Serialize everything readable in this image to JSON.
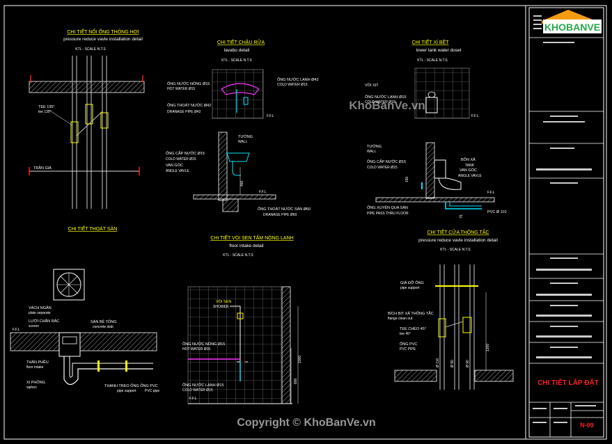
{
  "colors": {
    "yellow": "#ffff00",
    "white": "#ffffff",
    "red": "#ff2020",
    "cyan": "#00e5ff",
    "magenta": "#ff33ff",
    "grey": "#808080",
    "green": "#00ff00",
    "bg": "#000000"
  },
  "watermark": {
    "center": "KhoBanVe.vn",
    "footer": "Copyright © KhoBanVe.vn"
  },
  "logo": {
    "text": "KHOBANVE",
    "icon": "house-roof-icon"
  },
  "title_block": {
    "sheet_title": "CHI TIẾT LẮP ĐẶT",
    "sheet_number": "N-09"
  },
  "details": {
    "vent": {
      "title_vn": "CHI TIẾT NỐI ỐNG THÔNG HƠI",
      "title_en": "pressure reduce vavle installation detail",
      "scale": "KTL - SCALE N.T.S",
      "tee": "TEE 135°",
      "tee_en": "tee 135°",
      "ceiling": "TRẦN GIẢ"
    },
    "lavabo": {
      "title_vn": "CHI TIẾT CHẬU RỬA",
      "title_en": "lavabo detail",
      "scale": "KTL - SCALE N.T.S",
      "hot": "ỐNG NƯỚC NÓNG Ø15",
      "hot_en": "HOT WATER Ø15",
      "cold": "ỐNG NƯỚC LẠNH Ø42",
      "cold_en": "COLD WATER Ø15",
      "drain": "ỐNG THOÁT NƯỚC Ø42",
      "drain_en": "DRANAGE PIPE Ø42",
      "ffl": "F.F.L",
      "wall": "TƯỜNG",
      "wall_en": "WALL",
      "supply": "ỐNG CẤP NƯỚC Ø15",
      "supply_en": "COLD WATER Ø15",
      "valve": "VAN GÓC",
      "valve_en": "ANGLE VAVLE",
      "dim": "450",
      "floor_drain": "ỐNG THOÁT NƯỚC SÀN Ø60",
      "floor_drain_en": "DRANAGE PIPE Ø60"
    },
    "wc": {
      "title_vn": "CHI TIẾT XÍ BỆT",
      "title_en": "lower tank water doset",
      "scale": "KTL - SCALE N.T.S",
      "tap": "VÒI XỊT",
      "cold": "ỐNG NƯỚC LẠNH Ø15",
      "cold_en": "COLD WATER Ø15",
      "ffl": "F.F.L",
      "wall": "TƯỜNG",
      "wall_en": "WALL",
      "supply": "ỐNG CẤP NƯỚC Ø15",
      "supply_en": "COLD WATER Ø15",
      "tank": "BỒN XẢ",
      "tank_en": "TANK",
      "valve": "VAN GÓC",
      "valve_en": "ANGLE VAVLE",
      "dim": "150",
      "sleeve": "ỐNG XUYÊN QUA SÀN",
      "sleeve_en": "PIPE PASS THRU FLOOR",
      "pvc": "PVC Ø 110",
      "dim2": "75"
    },
    "floor_drain": {
      "title_vn": "CHI TIẾT THOÁT SÀN",
      "grate": "VÁCH NGĂN",
      "grate_en": "plate separate",
      "screen": "LƯỚI CHẮN RÁC",
      "screen_en": "screen",
      "slab": "SÀN BÊ TÔNG",
      "slab_en": "concrete slab",
      "ffl": "F.F.L",
      "funnel": "THÂN PHỄU",
      "funnel_en": "floor intake",
      "siphon": "XI PHÔNG",
      "siphon_en": "siphon",
      "hanger": "THANH TREO ỐNG ỐNG PVC",
      "hanger_en": "pipe support",
      "pvc_pipe": "PVC pipe"
    },
    "shower": {
      "title_vn": "CHI TIẾT VÒI SEN TẮM NÓNG LẠNH",
      "title_en": "floor intake detail",
      "scale": "KTL - SCALE N.T.S",
      "head": "VÒI SEN",
      "head_en": "SHOWER",
      "hot": "ỐNG NƯỚC NÓNG Ø15",
      "hot_en": "HOT WATER Ø15",
      "cold": "ỐNG NƯỚC LẠNH Ø15",
      "cold_en": "COLD WATER Ø15",
      "ffl": "F.F.L",
      "dim_a": "1000",
      "dim_b": "800"
    },
    "cleanout": {
      "title_vn": "CHI TIẾT CỬA THÔNG TẮC",
      "title_en": "pressure reduce vavle installation detail",
      "scale": "KTL - SCALE N.T.S",
      "support": "GIÁ ĐỠ ỐNG",
      "support_en": "pipe support",
      "plug": "BÍCH BỊT XẢ THÔNG TẮC",
      "plug_en": "flange clean out",
      "tee": "TEE CHÉO 45°",
      "tee_en": "tee 45°",
      "pvc": "ỐNG PVC",
      "pvc_en": "PVC PIPE",
      "d1": "Ø 110",
      "d2": "Ø 90",
      "d3": "Ø 90",
      "dim": "1200"
    }
  }
}
